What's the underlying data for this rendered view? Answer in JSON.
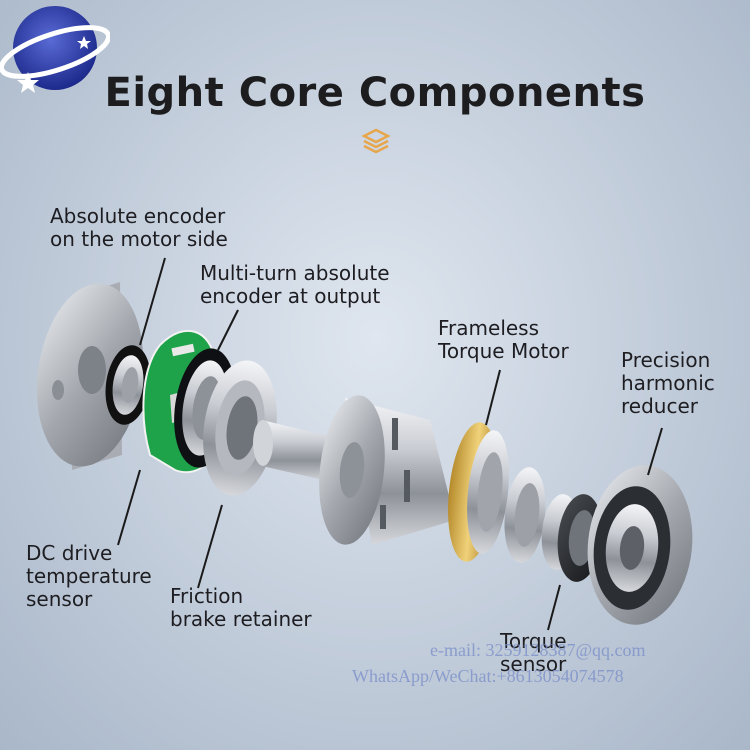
{
  "title": "Eight Core Components",
  "decor_icon": "stacked-layers-icon",
  "logo_icon": "globe-star-logo",
  "accent_color": "#e7a64a",
  "labels": {
    "abs_encoder_motor": "Absolute encoder\non the motor side",
    "multi_turn_encoder": "Multi-turn absolute\nencoder at output",
    "frameless_motor": "Frameless\nTorque Motor",
    "harmonic_reducer": "Precision\nharmonic\nreducer",
    "dc_drive_temp": "DC drive\ntemperature\nsensor",
    "friction_brake": "Friction\nbrake retainer",
    "torque_sensor": "Torque\nsensor"
  },
  "watermark": {
    "email": "e-mail: 3259128387@qq.com",
    "whatsapp": "WhatsApp/WeChat:+8613054074578"
  }
}
